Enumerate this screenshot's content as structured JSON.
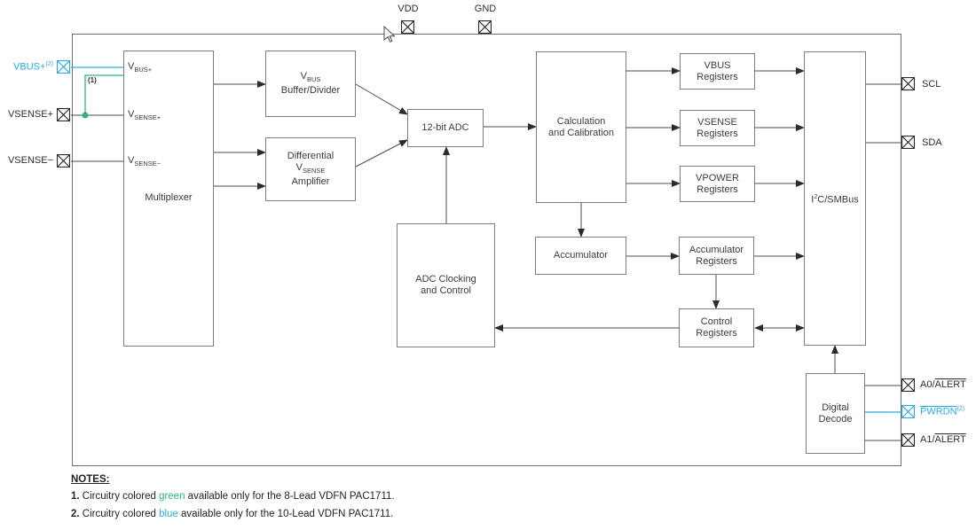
{
  "colors": {
    "blue": "#29ABE2",
    "green": "#2BB673"
  },
  "top_pins": {
    "vdd": "VDD",
    "gnd": "GND"
  },
  "left_pins": {
    "vbus_plus": {
      "label": "VBUS+",
      "sup": "(2)"
    },
    "vsense_plus": {
      "label": "VSENSE+"
    },
    "vsense_minus": {
      "label": "VSENSE−"
    }
  },
  "right_pins": {
    "scl": {
      "label": "SCL"
    },
    "sda": {
      "label": "SDA"
    },
    "a0_alert": {
      "prefix": "A0/",
      "overline": "ALERT"
    },
    "pwrdn": {
      "overline": "PWRDN",
      "sup": "(2)"
    },
    "a1_alert": {
      "prefix": "A1/",
      "overline": "ALERT"
    }
  },
  "wire_label": "(1)",
  "blocks": {
    "multiplexer": {
      "label": "Multiplexer",
      "inputs": [
        {
          "base": "V",
          "sub": "BUS+"
        },
        {
          "base": "V",
          "sub": "SENSE+"
        },
        {
          "base": "V",
          "sub": "SENSE−"
        }
      ]
    },
    "vbus_buffer": {
      "base": "V",
      "sub": "BUS",
      "line2": "Buffer/Divider"
    },
    "diff_amp": {
      "line1": "Differential",
      "base": "V",
      "sub": "SENSE",
      "line3": "Amplifier"
    },
    "adc": {
      "label": "12-bit ADC"
    },
    "calc": {
      "line1": "Calculation",
      "line2": "and Calibration"
    },
    "adc_clock": {
      "line1": "ADC Clocking",
      "line2": "and Control"
    },
    "accumulator": {
      "label": "Accumulator"
    },
    "vbus_reg": {
      "line1": "VBUS",
      "line2": "Registers"
    },
    "vsense_reg": {
      "line1": "VSENSE",
      "line2": "Registers"
    },
    "vpower_reg": {
      "line1": "VPOWER",
      "line2": "Registers"
    },
    "acc_reg": {
      "line1": "Accumulator",
      "line2": "Registers"
    },
    "ctrl_reg": {
      "line1": "Control",
      "line2": "Registers"
    },
    "i2c": {
      "pre": "I",
      "sup": "2",
      "post": "C/SMBus"
    },
    "digital_decode": {
      "line1": "Digital",
      "line2": "Decode"
    }
  },
  "notes": {
    "heading": "NOTES:",
    "items": [
      {
        "num": "1.",
        "pre": " Circuitry colored ",
        "colored": "green",
        "post": " available only for the 8-Lead VDFN PAC1711."
      },
      {
        "num": "2.",
        "pre": " Circuitry colored ",
        "colored": "blue",
        "post": " available only for the 10-Lead VDFN PAC1711."
      }
    ]
  }
}
